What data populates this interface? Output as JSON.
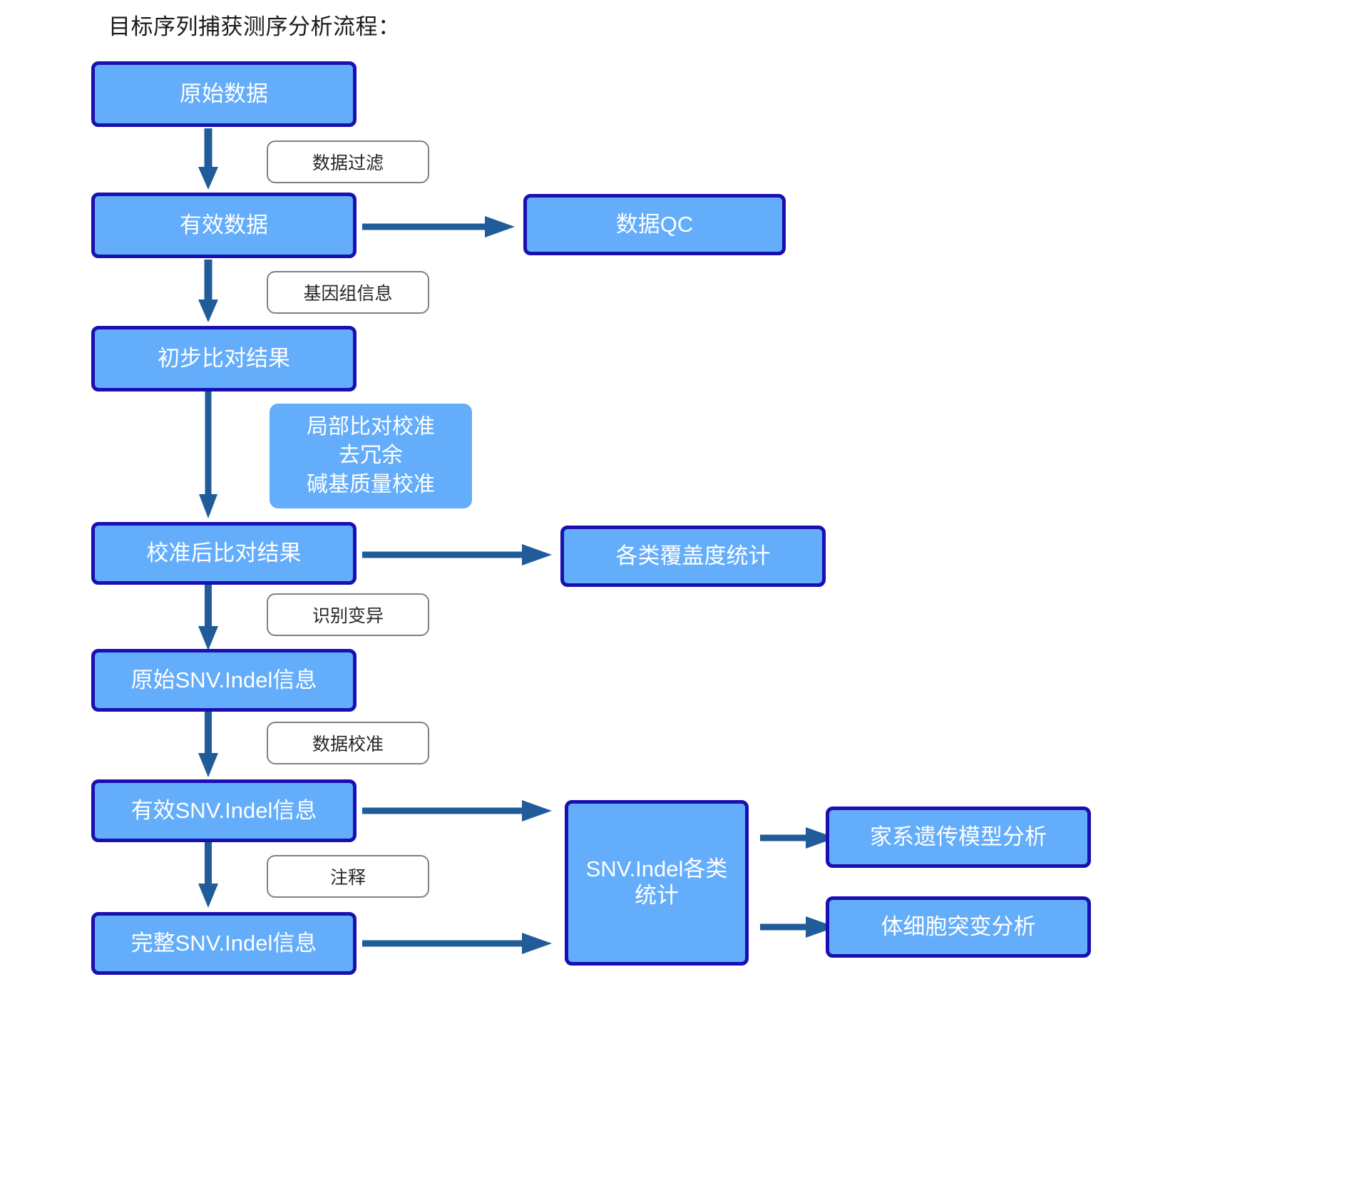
{
  "title": "目标序列捕获测序分析流程：",
  "colors": {
    "node_fill": "#64ADFA",
    "node_border": "#1A0FB0",
    "node_text": "#FFFFFF",
    "arrow": "#1F5C99",
    "edge_label_border": "#808080",
    "edge_label_text": "#262626",
    "background": "#FFFFFF"
  },
  "nodes": {
    "raw_data": "原始数据",
    "clean_data": "有效数据",
    "data_qc": "数据QC",
    "initial_alignment": "初步比对结果",
    "realign_block_line1": "局部比对校准",
    "realign_block_line2": "去冗余",
    "realign_block_line3": "碱基质量校准",
    "recalibrated_alignment": "校准后比对结果",
    "coverage_stats": "各类覆盖度统计",
    "raw_snv_indel": "原始SNV.Indel信息",
    "valid_snv_indel": "有效SNV.Indel信息",
    "complete_snv_indel": "完整SNV.Indel信息",
    "snv_indel_stats": "SNV.Indel各类统计",
    "pedigree_analysis": "家系遗传模型分析",
    "somatic_analysis": "体细胞突变分析"
  },
  "edge_labels": {
    "data_filter": "数据过滤",
    "genome_info": "基因组信息",
    "call_variants": "识别变异",
    "data_calibration": "数据校准",
    "annotation": "注释"
  },
  "icons": {
    "arrow_down": "arrow-down-icon",
    "arrow_right": "arrow-right-icon"
  }
}
